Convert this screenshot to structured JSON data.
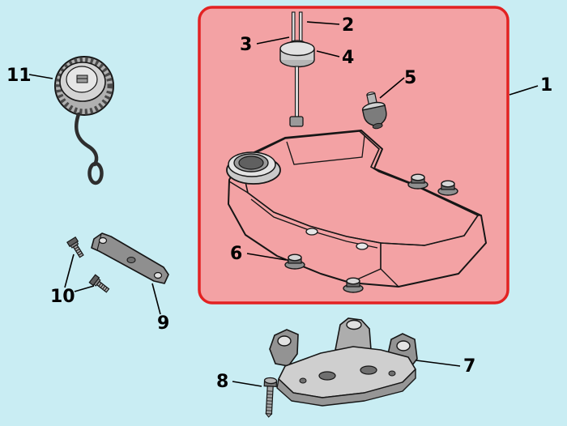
{
  "diagram": {
    "kind": "exploded-parts-diagram"
  },
  "colors": {
    "background": "#c9edf3",
    "highlight_fill": "#f3a2a4",
    "highlight_border": "#e32222",
    "line": "#161616"
  },
  "labels": {
    "l1": "1",
    "l2": "2",
    "l3": "3",
    "l4": "4",
    "l5": "5",
    "l6": "6",
    "l7": "7",
    "l8": "8",
    "l9": "9",
    "l10": "10",
    "l11": "11"
  }
}
